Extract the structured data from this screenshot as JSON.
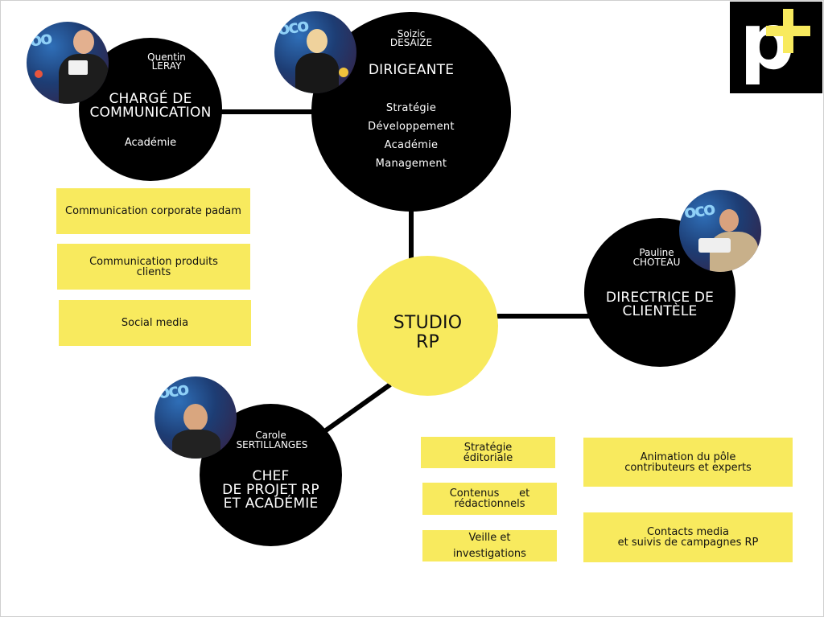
{
  "center": {
    "label_line1": "STUDIO",
    "label_line2": "RP"
  },
  "people": {
    "dirigeante": {
      "first_name": "Soizic",
      "last_name": "DESAIZE",
      "role": "DIRIGEANTE",
      "tasks": [
        "Stratégie",
        "Développement",
        "Académie",
        "Management"
      ]
    },
    "communication": {
      "first_name": "Quentin",
      "last_name": "LERAY",
      "role_line1": "CHARGÉ DE",
      "role_line2": "COMMUNICATION",
      "tasks": [
        "Académie"
      ]
    },
    "clientele": {
      "first_name": "Pauline",
      "last_name": "CHOTEAU",
      "role_line1": "DIRECTRICE DE",
      "role_line2": "CLIENTÈLE"
    },
    "chef_projet": {
      "first_name": "Carole",
      "last_name": "SERTILLANGES",
      "role_line1": "CHEF",
      "role_line2": "DE PROJET RP",
      "role_line3": "ET ACADÉMIE"
    }
  },
  "communication_boxes": [
    {
      "line1": "Communication corporate padam"
    },
    {
      "line1": "Communication produits",
      "line2": "clients"
    },
    {
      "line1": "Social media"
    }
  ],
  "studio_boxes_left": [
    {
      "line1": "Stratégie",
      "line2": "éditoriale"
    },
    {
      "line1": "Contenus      et",
      "line2": "rédactionnels"
    },
    {
      "line1": "Veille et",
      "line2": "investigations"
    }
  ],
  "studio_boxes_right": [
    {
      "line1": "Animation du pôle",
      "line2": "contributeurs et experts"
    },
    {
      "line1": "Contacts media",
      "line2": "et suivis de campagnes RP"
    }
  ],
  "logo": {
    "letter": "p"
  },
  "colors": {
    "accent_yellow": "#f8ea5e",
    "circle_black": "#000000",
    "background": "#ffffff"
  }
}
